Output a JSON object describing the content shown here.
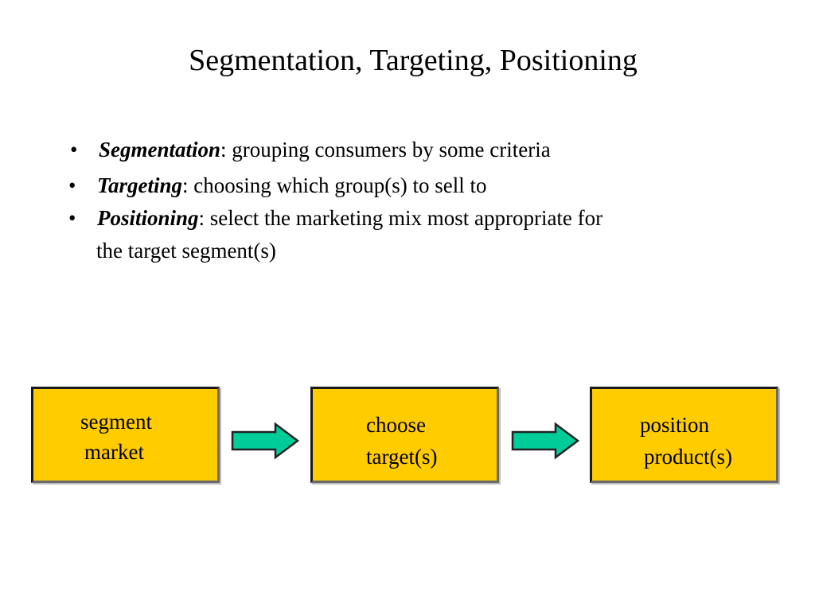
{
  "slide": {
    "title": "Segmentation, Targeting, Positioning"
  },
  "bullets": [
    {
      "marker": "•",
      "term": "Segmentation",
      "text": ": grouping consumers by some criteria"
    },
    {
      "marker": "•",
      "term": "Targeting",
      "text": ": choosing which group(s) to sell to"
    },
    {
      "marker": "•",
      "term": "Positioning",
      "text": ": select the marketing mix most appropriate for",
      "continuation": "the target segment(s)"
    }
  ],
  "flow": {
    "steps": [
      {
        "line1": "segment",
        "line2": "market"
      },
      {
        "line1": "choose",
        "line2": "target(s)"
      },
      {
        "line1": "position",
        "line2": "product(s)"
      }
    ],
    "arrow_icon": "right-arrow-icon"
  },
  "colors": {
    "box_fill": "#ffcc00",
    "arrow_fill": "#00cc99",
    "text": "#000000",
    "background": "#ffffff"
  }
}
